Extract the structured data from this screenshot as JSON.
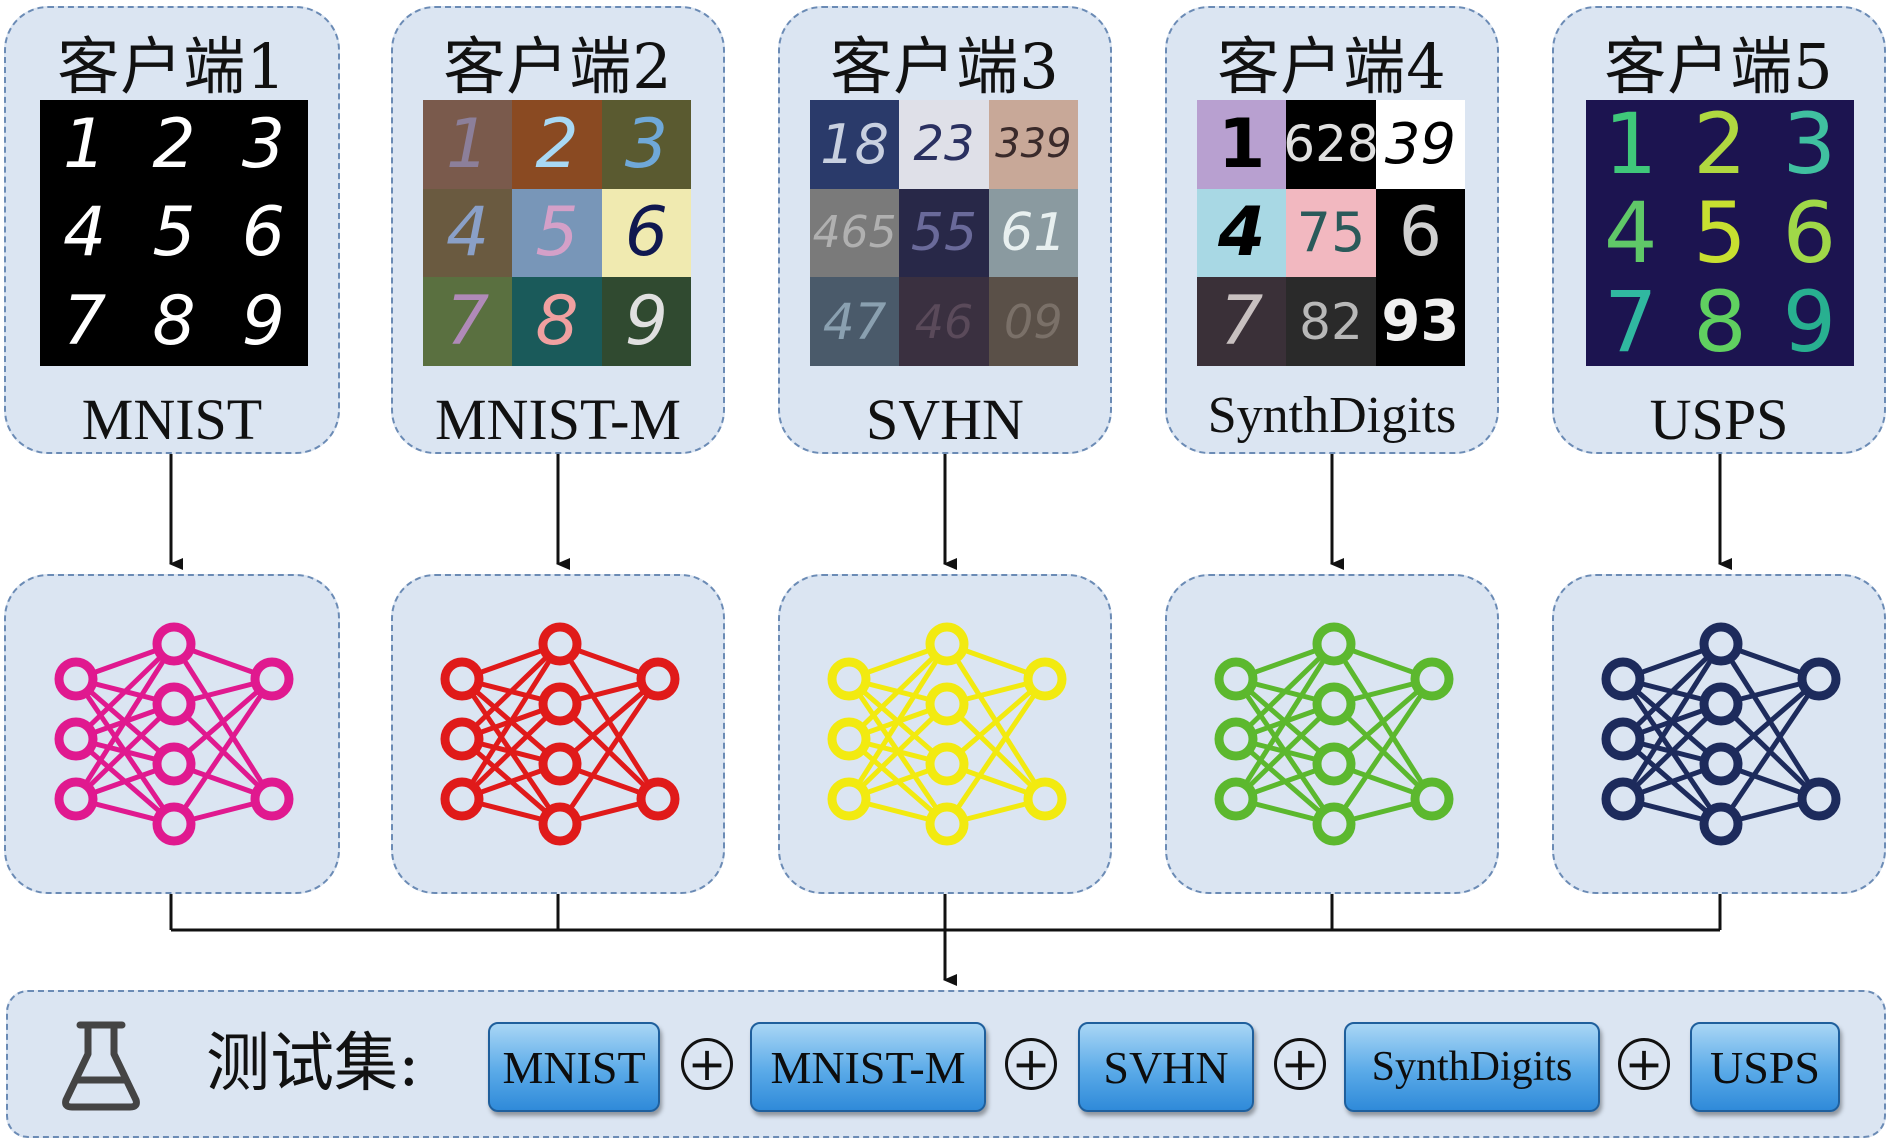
{
  "clients": [
    {
      "title": "客户端1",
      "dataset": "MNIST",
      "net_color": "#e0198f"
    },
    {
      "title": "客户端2",
      "dataset": "MNIST-M",
      "net_color": "#e01a1a"
    },
    {
      "title": "客户端3",
      "dataset": "SVHN",
      "net_color": "#f2ea10"
    },
    {
      "title": "客户端4",
      "dataset": "SynthDigits",
      "net_color": "#5cb82e"
    },
    {
      "title": "客户端5",
      "dataset": "USPS",
      "net_color": "#1d2b5c"
    }
  ],
  "sample_digits": [
    "1",
    "2",
    "3",
    "4",
    "5",
    "6",
    "7",
    "8",
    "9"
  ],
  "svhn_digits": [
    "18",
    "23",
    "339",
    "465",
    "55",
    "61",
    "47",
    "46",
    "09"
  ],
  "synth_digits": [
    "1",
    "628",
    "39",
    "4",
    "75",
    "6",
    "7",
    "82",
    "93"
  ],
  "test_set": {
    "label": "测试集:",
    "icon": "flask-icon",
    "datasets": [
      "MNIST",
      "MNIST-M",
      "SVHN",
      "SynthDigits",
      "USPS"
    ],
    "operator": "+"
  },
  "colors": {
    "box_fill": "#dbe5f2",
    "box_border": "#6b8bb5",
    "chip_fill": "#5aaae8"
  }
}
